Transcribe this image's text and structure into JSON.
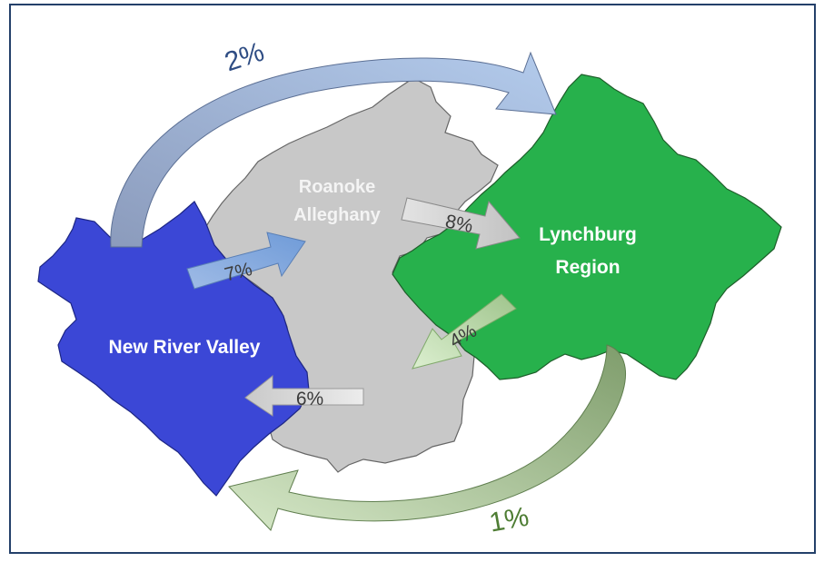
{
  "map": {
    "regions": {
      "new_river_valley": {
        "name": "New River Valley",
        "color": "#3b47d6"
      },
      "roanoke_alleghany": {
        "line1": "Roanoke",
        "line2": "Alleghany",
        "color": "#c8c8c8"
      },
      "lynchburg": {
        "line1": "Lynchburg",
        "line2": "Region",
        "color": "#27b14c"
      }
    },
    "flows": {
      "nrv_to_lynchburg": {
        "label": "2%",
        "color": "#a8c0e2",
        "text_color": "#2f4d84"
      },
      "nrv_to_roanoke": {
        "label": "7%",
        "color": "#a8c4ea",
        "text_color": "#3b3b3b"
      },
      "roanoke_to_lynchburg": {
        "label": "8%",
        "color": "#d9d9d9",
        "text_color": "#3b3b3b"
      },
      "lynchburg_to_roanoke": {
        "label": "4%",
        "color": "#c9e3b8",
        "text_color": "#3b3b3b"
      },
      "roanoke_to_nrv": {
        "label": "6%",
        "color": "#dadada",
        "text_color": "#3b3b3b"
      },
      "lynchburg_to_nrv": {
        "label": "1%",
        "color": "#c6dcb4",
        "text_color": "#4e7d34"
      }
    },
    "frame_color": "#24406a"
  }
}
